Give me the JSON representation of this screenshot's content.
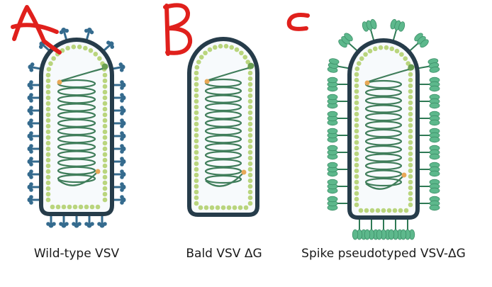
{
  "panels": [
    {
      "letter": "A",
      "caption": "Wild-type VSV",
      "spikes": "glycoprotein-dumbbell",
      "spike_color": "#356b8e"
    },
    {
      "letter": "B",
      "caption": "Bald VSV ΔG",
      "spikes": "none"
    },
    {
      "letter": "C",
      "caption": "Spike pseudotyped VSV-ΔG",
      "spikes": "spike-trimer",
      "spike_color": "#5db88c"
    }
  ],
  "colors": {
    "membrane": "#263c4a",
    "matrix": "#b9d57d",
    "interior": "#f7fafc",
    "genome": "#3f7d5a",
    "genome_end": "#e8a857",
    "annotation": "#e0201c"
  }
}
